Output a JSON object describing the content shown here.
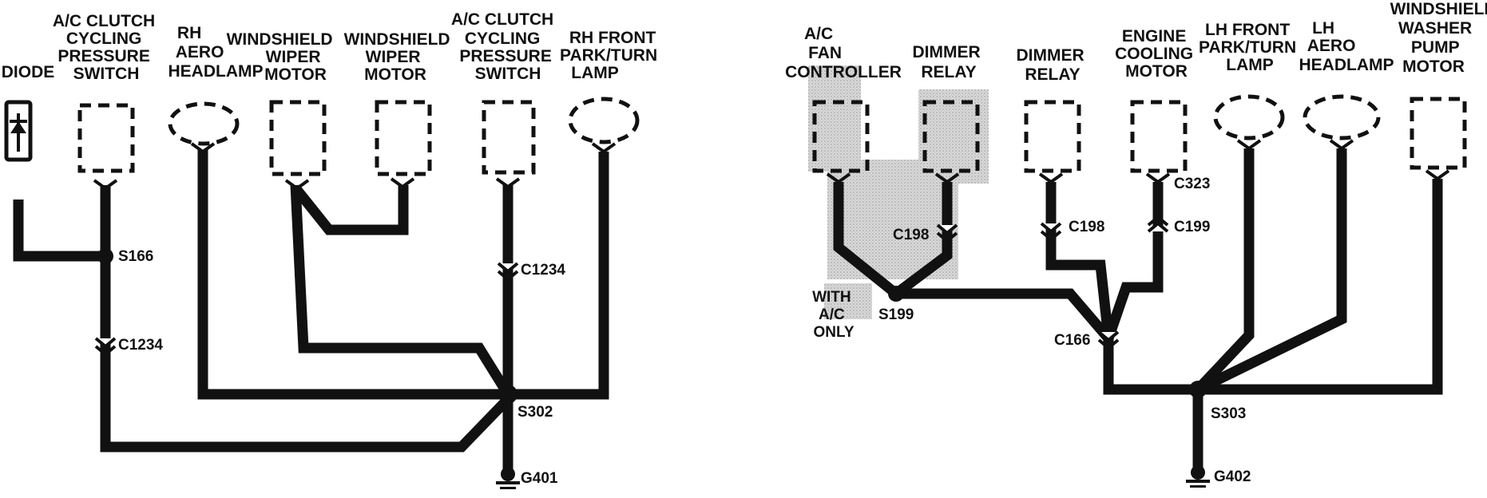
{
  "left_diagram": {
    "components": [
      {
        "key": "diode",
        "lines": [
          "DIODE"
        ]
      },
      {
        "key": "ac-clutch-switch-1",
        "lines": [
          "A/C CLUTCH",
          "CYCLING",
          "PRESSURE",
          "SWITCH"
        ]
      },
      {
        "key": "rh-aero-headlamp",
        "lines": [
          "RH",
          "AERO",
          "HEADLAMP"
        ]
      },
      {
        "key": "windshield-wiper-motor-1",
        "lines": [
          "WINDSHIELD",
          "WIPER",
          "MOTOR"
        ]
      },
      {
        "key": "windshield-wiper-motor-2",
        "lines": [
          "WINDSHIELD",
          "WIPER",
          "MOTOR"
        ]
      },
      {
        "key": "ac-clutch-switch-2",
        "lines": [
          "A/C CLUTCH",
          "CYCLING",
          "PRESSURE",
          "SWITCH"
        ]
      },
      {
        "key": "rh-front-park-turn-lamp",
        "lines": [
          "RH FRONT",
          "PARK/TURN",
          "LAMP"
        ]
      }
    ],
    "tags": {
      "s166": "S166",
      "c1234_left": "C1234",
      "c1234_right": "C1234",
      "s302": "S302",
      "g401": "G401"
    }
  },
  "right_diagram": {
    "components": [
      {
        "key": "ac-fan-controller",
        "lines": [
          "A/C",
          "FAN",
          "CONTROLLER"
        ]
      },
      {
        "key": "dimmer-relay-1",
        "lines": [
          "DIMMER",
          "RELAY"
        ]
      },
      {
        "key": "dimmer-relay-2",
        "lines": [
          "DIMMER",
          "RELAY"
        ]
      },
      {
        "key": "engine-cooling-motor",
        "lines": [
          "ENGINE",
          "COOLING",
          "MOTOR"
        ]
      },
      {
        "key": "lh-front-park-turn-lamp",
        "lines": [
          "LH FRONT",
          "PARK/TURN",
          "LAMP"
        ]
      },
      {
        "key": "lh-aero-headlamp",
        "lines": [
          "LH",
          "AERO",
          "HEADLAMP"
        ]
      },
      {
        "key": "windshield-washer-pump-motor",
        "lines": [
          "WINDSHIELD",
          "WASHER",
          "PUMP",
          "MOTOR"
        ]
      }
    ],
    "tags": {
      "c323": "C323",
      "c198_left": "C198",
      "c198_right": "C198",
      "c199": "C199",
      "with_ac_only": [
        "WITH",
        "A/C",
        "ONLY"
      ],
      "s199": "S199",
      "c166": "C166",
      "s303": "S303",
      "g402": "G402"
    }
  }
}
